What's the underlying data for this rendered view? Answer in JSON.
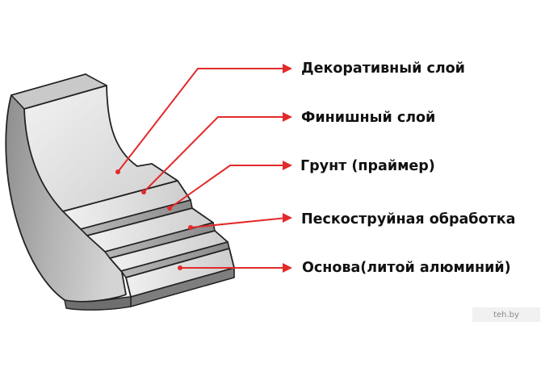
{
  "layers": [
    {
      "label": "Декоративный слой"
    },
    {
      "label": "Финишный слой"
    },
    {
      "label": "Грунт (праймер)"
    },
    {
      "label": "Пескоструйная обработка"
    },
    {
      "label": "Основа(литой алюминий)"
    }
  ],
  "watermark": "teh.by",
  "colors": {
    "arrow": "#e32a2a",
    "outline": "#222222",
    "face_light": "#e4e4e4",
    "face_dark": "#9a9a9a",
    "text": "#111111"
  }
}
